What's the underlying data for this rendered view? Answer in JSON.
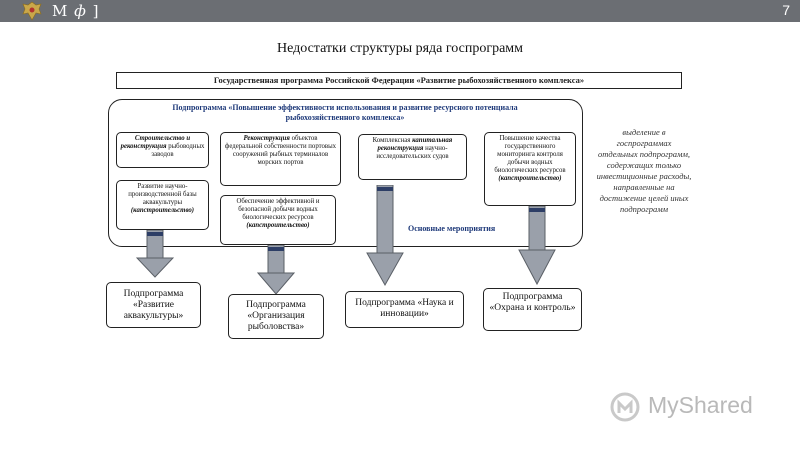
{
  "header": {
    "brand_letter": "М",
    "brand_symbol": "ф",
    "brand_tail": "]",
    "slide_number": "7"
  },
  "title": "Недостатки структуры ряда госпрограмм",
  "program": "Государственная программа Российской Федерации «Развитие рыбохозяйственного комплекса»",
  "subprogram": {
    "title_line1": "Подпрограмма «Повышение эффективности использования и развитие ресурсного потенциала",
    "title_line2": "рыбохозяйственного комплекса»",
    "main_events_label": "Основные мероприятия"
  },
  "activities": {
    "a1_em": "Строительство и реконструкция",
    "a1_rest": "рыбоводных заводов",
    "a2": "Развитие научно-производственной базы аквакультуры",
    "a2_tag": "(капстроительство)",
    "a3_em": "Реконструкция",
    "a3_rest": "объектов федеральной собственности портовых сооружений рыбных терминалов морских портов",
    "a4": "Обеспечение эффективной и безопасной добычи водных биологических ресурсов",
    "a4_tag": "(капстроительство)",
    "a5_pre": "Комплексная",
    "a5_em": "капитальная реконструкция",
    "a5_rest": "научно-исследовательских судов",
    "a6": "Повышение качества государственного мониторинга контроля добычи водных биологических ресурсов",
    "a6_tag": "(капстроительство)"
  },
  "note": "выделение в госпрограммах отдельных подпрограмм, содержащих только инвестиционные расходы, направленные на достижение целей иных подпрограмм",
  "targets": {
    "t1": "Подпрограмма «Развитие аквакультуры»",
    "t2": "Подпрограмма «Организация рыболовства»",
    "t3": "Подпрограмма «Наука и инновации»",
    "t4": "Подпрограмма «Охрана и контроль»"
  },
  "watermark": "MyShared",
  "colors": {
    "topbar": "#6b6e73",
    "arrow_fill": "#9aa0aa",
    "accent_blue": "#1f3a7a"
  }
}
